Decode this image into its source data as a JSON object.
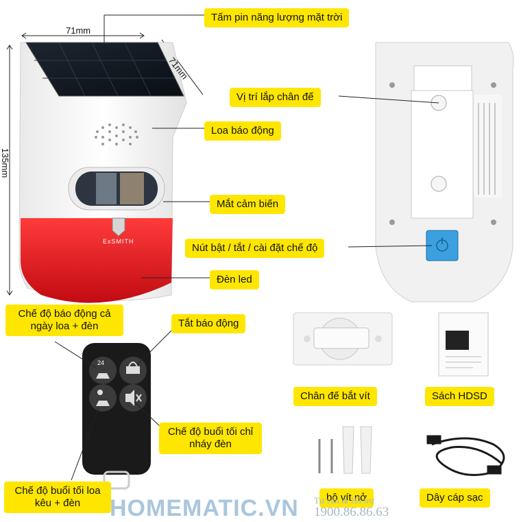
{
  "dimensions": {
    "width_top": "71mm",
    "depth": "71mm",
    "height": "135mm"
  },
  "callouts": {
    "solar_panel": "Tấm pin năng lượng mặt trời",
    "mount_position": "Vị trí lắp chân đế",
    "speaker": "Loa báo động",
    "sensor_eye": "Mắt cảm biến",
    "power_button": "Nút bật / tắt / cài đặt chế độ",
    "led": "Đèn led",
    "mode_day": "Chế độ báo động cả ngày loa + đèn",
    "alarm_off": "Tắt báo động",
    "mode_night_flash": "Chế độ buổi tối chỉ nháy đèn",
    "mode_night_sound": "Chế độ buổi tối loa kêu + đèn"
  },
  "accessories": {
    "bracket": "Chân đế bắt vít",
    "manual": "Sách HDSD",
    "screws": "bộ vít nở",
    "cable": "Dây cáp sạc"
  },
  "device": {
    "brand_mark": "ExSMITH",
    "remote_key_1": "24"
  },
  "footer": {
    "brand": "HOMEMATIC.VN",
    "support_label": "Tư vấn & Hỗ trợ",
    "phone": "1900.86.86.63"
  },
  "colors": {
    "label_bg": "#ffe600",
    "led_red": "#e8141c",
    "button_blue": "#3aa0e0"
  }
}
